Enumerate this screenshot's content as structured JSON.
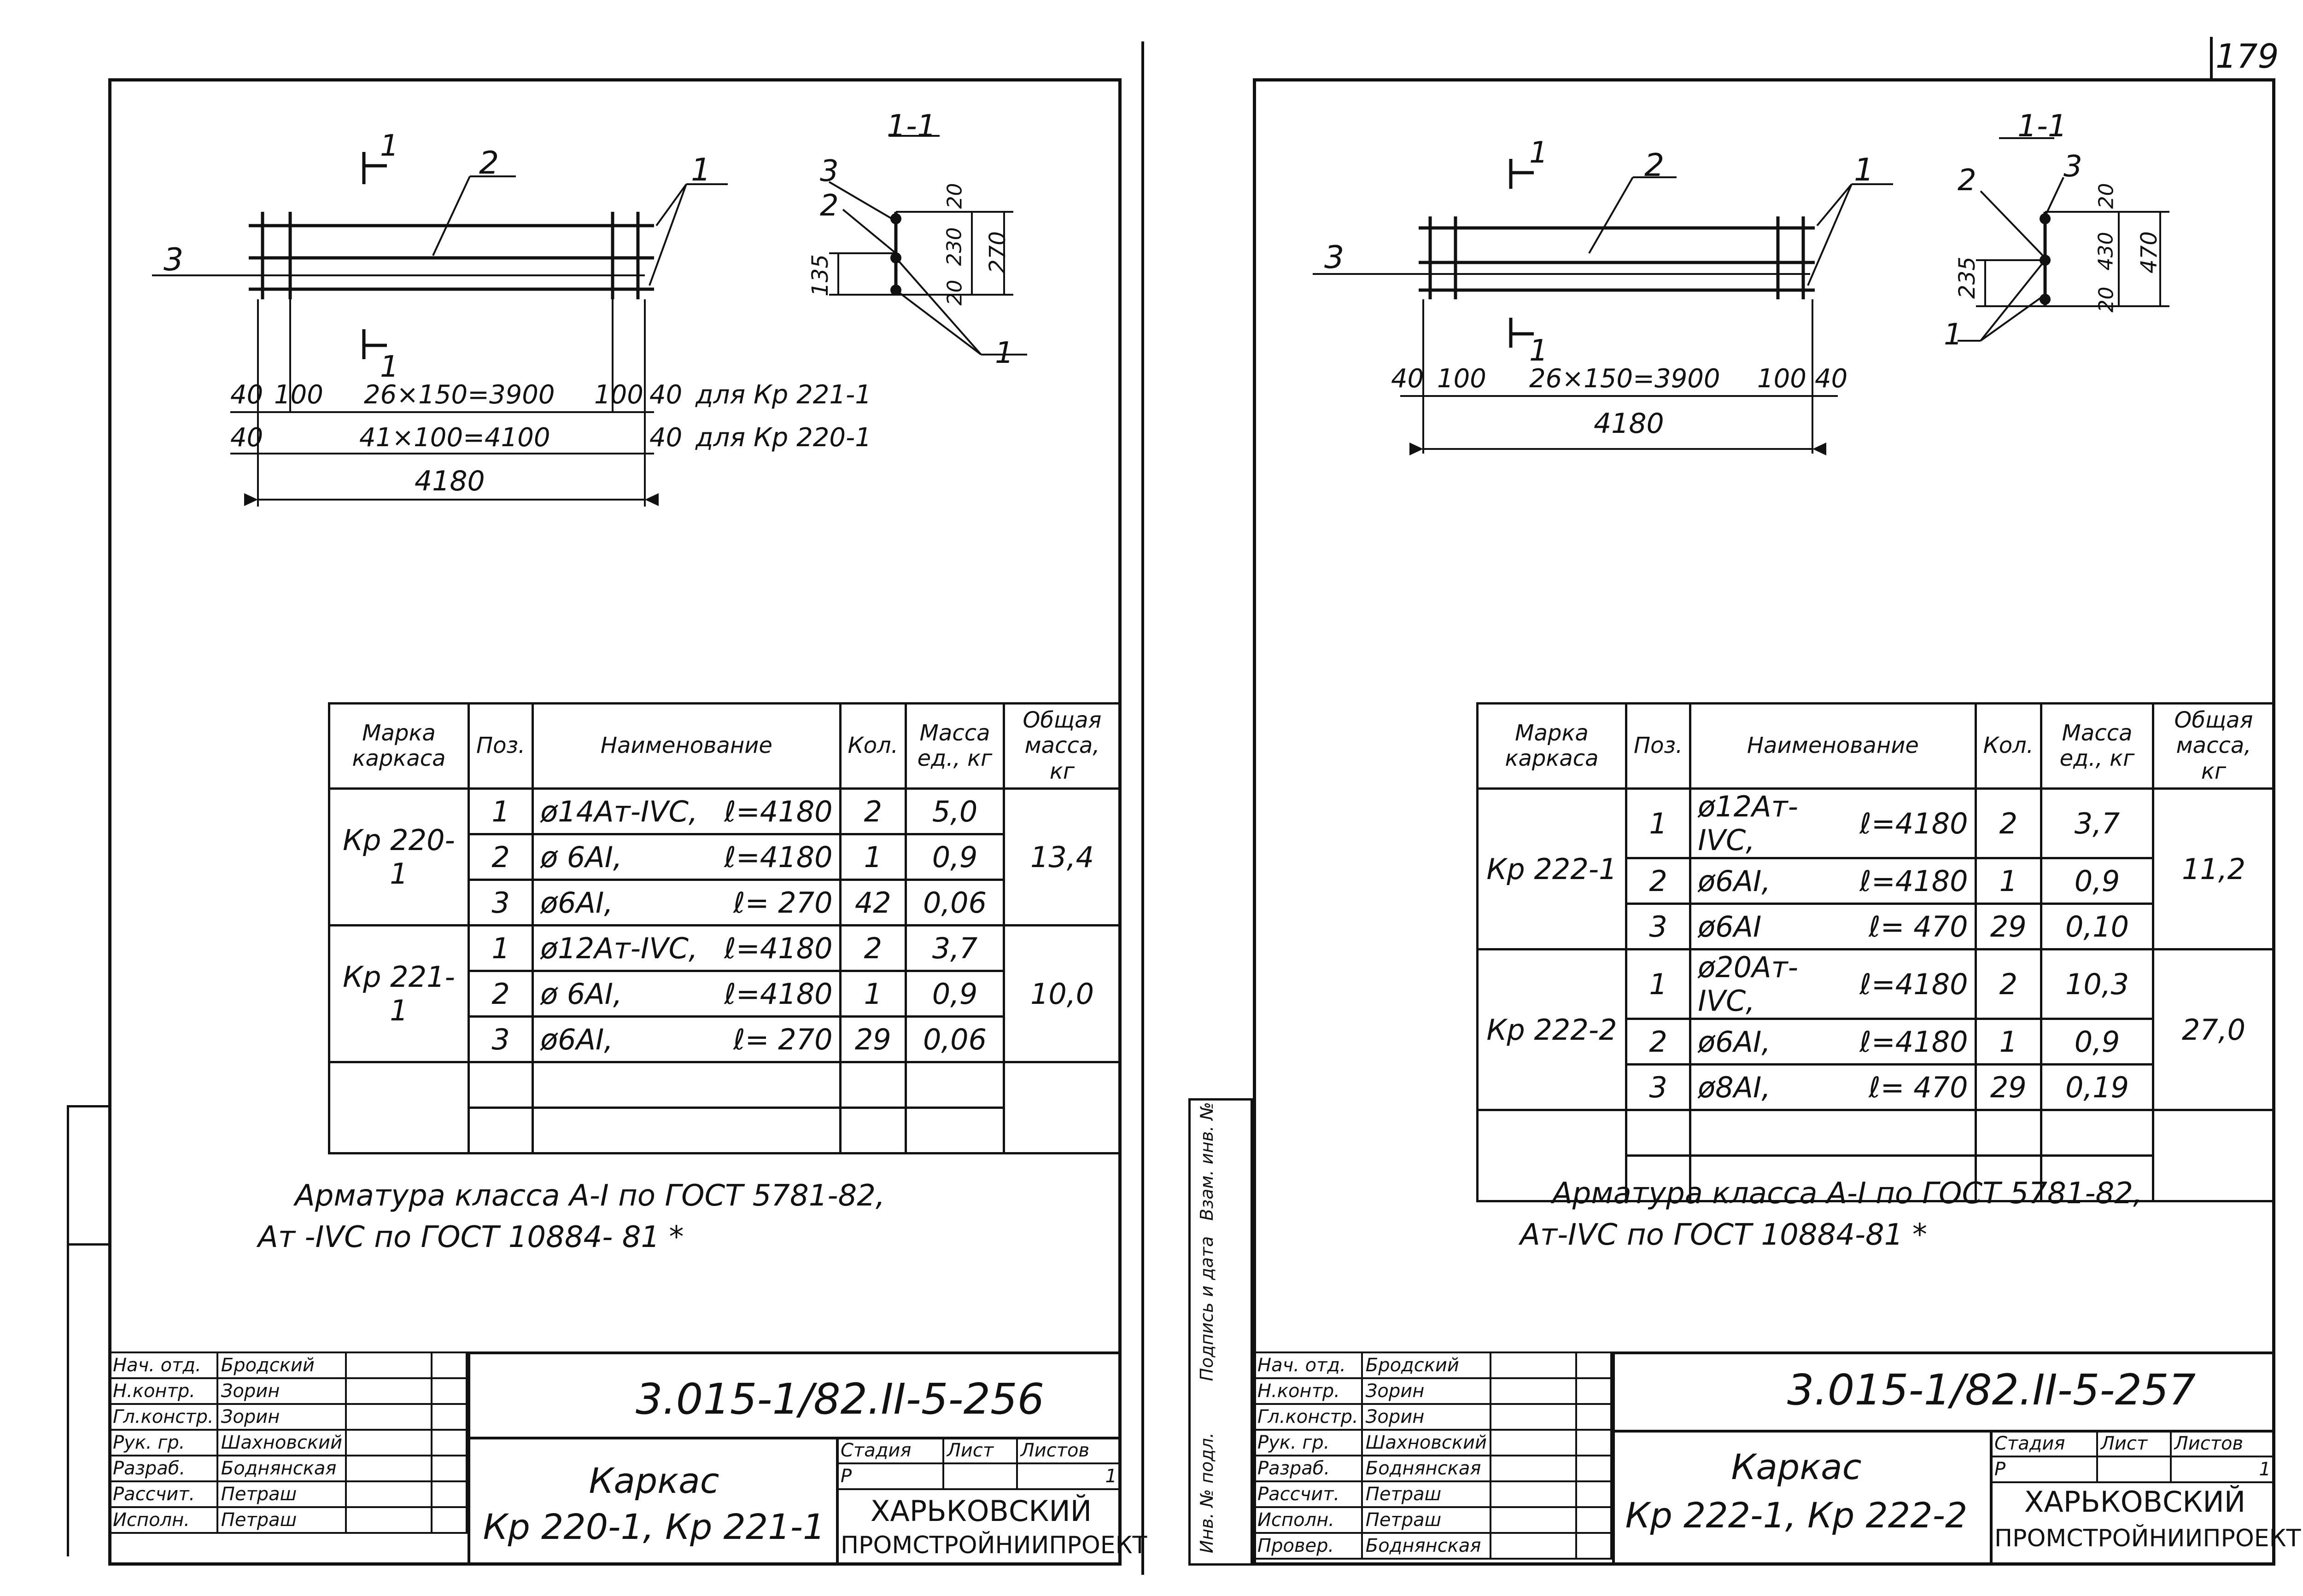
{
  "page_number": "179",
  "left": {
    "section": "1-1",
    "labels": {
      "cut": "1",
      "pos2": "2",
      "pos1": "1",
      "pos3": "3",
      "sec_pos3": "3",
      "sec_pos2": "2",
      "sec_pos1": "1"
    },
    "dims": {
      "d40a": "40",
      "d100a": "100",
      "spacing1": "26×150=3900",
      "d100b": "100",
      "d40b": "40",
      "note1": "для Кр 221-1",
      "d40c": "40",
      "spacing2": "41×100=4100",
      "d40d": "40",
      "note2": "для Кр 220-1",
      "total": "4180"
    },
    "section_dims": {
      "top": "20",
      "mid": "230",
      "bot": "20",
      "height": "270",
      "half": "135"
    },
    "table": {
      "headers": [
        "Марка каркаса",
        "Поз.",
        "Наименование",
        "Кол.",
        "Масса ед., кг",
        "Общая масса, кг"
      ],
      "groups": [
        {
          "mark": "Кр 220-1",
          "total": "13,4",
          "rows": [
            {
              "pos": "1",
              "name": "ø14Aт-IVC,",
              "len": "ℓ=4180",
              "qty": "2",
              "mass": "5,0"
            },
            {
              "pos": "2",
              "name": "ø 6AI,",
              "len": "ℓ=4180",
              "qty": "1",
              "mass": "0,9"
            },
            {
              "pos": "3",
              "name": "ø6AI,",
              "len": "ℓ= 270",
              "qty": "42",
              "mass": "0,06"
            }
          ]
        },
        {
          "mark": "Кр 221-1",
          "total": "10,0",
          "rows": [
            {
              "pos": "1",
              "name": "ø12Aт-IVC,",
              "len": "ℓ=4180",
              "qty": "2",
              "mass": "3,7"
            },
            {
              "pos": "2",
              "name": "ø 6AI,",
              "len": "ℓ=4180",
              "qty": "1",
              "mass": "0,9"
            },
            {
              "pos": "3",
              "name": "ø6AI,",
              "len": "ℓ= 270",
              "qty": "29",
              "mass": "0,06"
            }
          ]
        }
      ]
    },
    "note_line1": "Арматура класса А-I по ГОСТ 5781-82,",
    "note_line2": "Ат -IVC по ГОСТ 10884- 81 *",
    "stamp": {
      "roles": [
        "Нач. отд.",
        "Н.контр.",
        "Гл.констр.",
        "Рук. гр.",
        "Разраб.",
        "Рассчит.",
        "Исполн."
      ],
      "names": [
        "Бродский",
        "Зорин",
        "Зорин",
        "Шахновский",
        "Боднянская",
        "Петраш",
        "Петраш"
      ],
      "code": "3.015-1/82.II-5-256",
      "title1": "Каркас",
      "title2": "Кр 220-1, Кр 221-1",
      "stage_h": "Стадия",
      "sheet_h": "Лист",
      "sheets_h": "Листов",
      "stage": "Р",
      "sheets": "1",
      "org1": "ХАРЬКОВСКИЙ",
      "org2": "ПРОМСТРОЙНИИПРОЕКТ"
    }
  },
  "right": {
    "section": "1-1",
    "labels": {
      "cut": "1",
      "pos2": "2",
      "pos1": "1",
      "pos3": "3",
      "sec_pos2": "2",
      "sec_pos3": "3",
      "sec_pos1": "1"
    },
    "dims": {
      "d40a": "40",
      "d100a": "100",
      "spacing1": "26×150=3900",
      "d100b": "100",
      "d40b": "40",
      "total": "4180"
    },
    "section_dims": {
      "top": "20",
      "mid": "430",
      "bot": "20",
      "height": "470",
      "half": "235"
    },
    "table": {
      "headers": [
        "Марка каркаса",
        "Поз.",
        "Наименование",
        "Кол.",
        "Масса ед., кг",
        "Общая масса, кг"
      ],
      "groups": [
        {
          "mark": "Кр 222-1",
          "total": "11,2",
          "rows": [
            {
              "pos": "1",
              "name": "ø12Aт-IVC,",
              "len": "ℓ=4180",
              "qty": "2",
              "mass": "3,7"
            },
            {
              "pos": "2",
              "name": "ø6AI,",
              "len": "ℓ=4180",
              "qty": "1",
              "mass": "0,9"
            },
            {
              "pos": "3",
              "name": "ø6AI",
              "len": "ℓ= 470",
              "qty": "29",
              "mass": "0,10"
            }
          ]
        },
        {
          "mark": "Кр 222-2",
          "total": "27,0",
          "rows": [
            {
              "pos": "1",
              "name": "ø20Aт-IVC,",
              "len": "ℓ=4180",
              "qty": "2",
              "mass": "10,3"
            },
            {
              "pos": "2",
              "name": "ø6AI,",
              "len": "ℓ=4180",
              "qty": "1",
              "mass": "0,9"
            },
            {
              "pos": "3",
              "name": "ø8AI,",
              "len": "ℓ= 470",
              "qty": "29",
              "mass": "0,19"
            }
          ]
        }
      ]
    },
    "note_line1": "Арматура класса А-I по ГОСТ 5781-82,",
    "note_line2": "Ат-IVC по ГОСТ 10884-81 *",
    "side_label1": "Инв. № подл.",
    "side_label2": "Подпись и дата",
    "side_label3": "Взам. инв. №",
    "stamp": {
      "roles": [
        "Нач. отд.",
        "Н.контр.",
        "Гл.констр.",
        "Рук. гр.",
        "Разраб.",
        "Рассчит.",
        "Исполн.",
        "Провер."
      ],
      "names": [
        "Бродский",
        "Зорин",
        "Зорин",
        "Шахновский",
        "Боднянская",
        "Петраш",
        "Петраш",
        "Боднянская"
      ],
      "code": "3.015-1/82.II-5-257",
      "title1": "Каркас",
      "title2": "Кр 222-1, Кр 222-2",
      "stage_h": "Стадия",
      "sheet_h": "Лист",
      "sheets_h": "Листов",
      "stage": "Р",
      "sheets": "1",
      "org1": "ХАРЬКОВСКИЙ",
      "org2": "ПРОМСТРОЙНИИПРОЕКТ"
    }
  }
}
